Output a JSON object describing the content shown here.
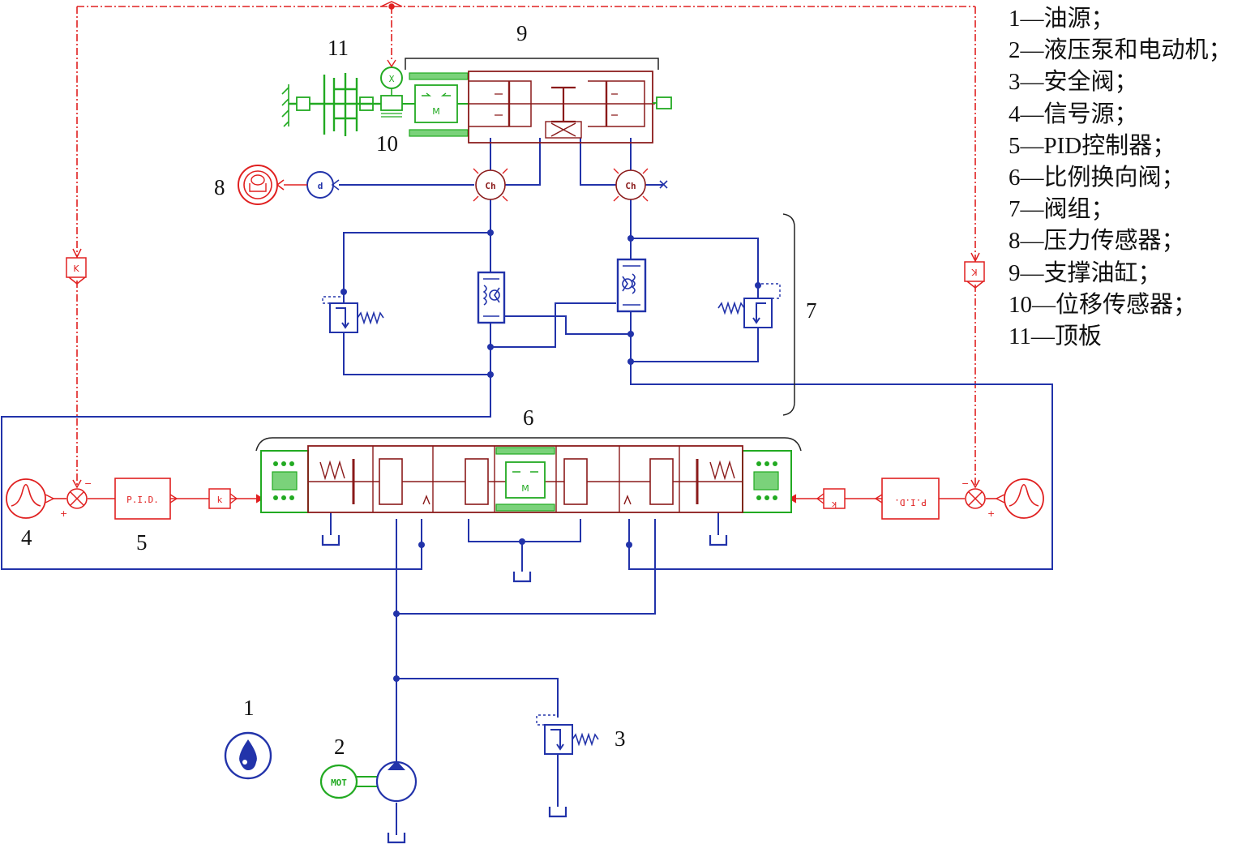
{
  "legend": [
    "1—油源；",
    "2—液压泵和电动机；",
    "3—安全阀；",
    "4—信号源；",
    "5—PID控制器；",
    "6—比例换向阀；",
    "7—阀组；",
    "8—压力传感器；",
    "9—支撑油缸；",
    "10—位移传感器；",
    "11—顶板"
  ],
  "callouts": {
    "n1": "1",
    "n2": "2",
    "n3": "3",
    "n4": "4",
    "n5": "5",
    "n6": "6",
    "n7": "7",
    "n8": "8",
    "n9": "9",
    "n10": "10",
    "n11": "11"
  },
  "block_labels": {
    "pid_left": "P.I.D.",
    "pid_right": "P.I.D.",
    "gain": "k",
    "gain_feedback": "K",
    "motor": "MOT",
    "pressure_check": "Ch",
    "displacement": "X",
    "sensor_d": "d",
    "mass": "M",
    "plus": "+",
    "minus": "−"
  },
  "colors": {
    "hydraulic": "#2233aa",
    "signal": "#e02020",
    "mechanical": "#8a1a1a",
    "sensor": "#22aa22"
  }
}
